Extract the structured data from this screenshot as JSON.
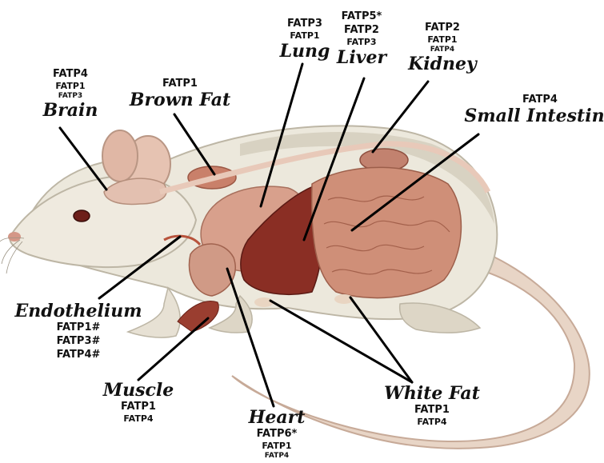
{
  "organs": {
    "brain": {
      "name": "Brain",
      "genes": [
        "FATP4",
        "FATP1",
        "FATP3"
      ]
    },
    "brown_fat": {
      "name": "Brown Fat",
      "genes": [
        "FATP1"
      ]
    },
    "lung": {
      "name": "Lung",
      "genes": [
        "FATP3",
        "FATP1"
      ]
    },
    "liver": {
      "name": "Liver",
      "genes": [
        "FATP5*",
        "FATP2",
        "FATP3"
      ]
    },
    "kidney": {
      "name": "Kidney",
      "genes": [
        "FATP2",
        "FATP1",
        "FATP4"
      ]
    },
    "small_intestine": {
      "name": "Small Intestine",
      "genes": [
        "FATP4"
      ]
    },
    "endothelium": {
      "name": "Endothelium",
      "genes": [
        "FATP1#",
        "FATP3#",
        "FATP4#"
      ]
    },
    "muscle": {
      "name": "Muscle",
      "genes": [
        "FATP1",
        "FATP4"
      ]
    },
    "heart": {
      "name": "Heart",
      "genes": [
        "FATP6*",
        "FATP1",
        "FATP4"
      ]
    },
    "white_fat": {
      "name": "White Fat",
      "genes": [
        "FATP1",
        "FATP4"
      ]
    }
  },
  "colors": {
    "fur": "#ece8dc",
    "fur_shade": "#c9c4b4",
    "skin": "#e3b7a3",
    "organ_pink": "#d99a87",
    "organ_dark": "#b5604d",
    "liver": "#8a2e24",
    "leader": "#000000"
  }
}
